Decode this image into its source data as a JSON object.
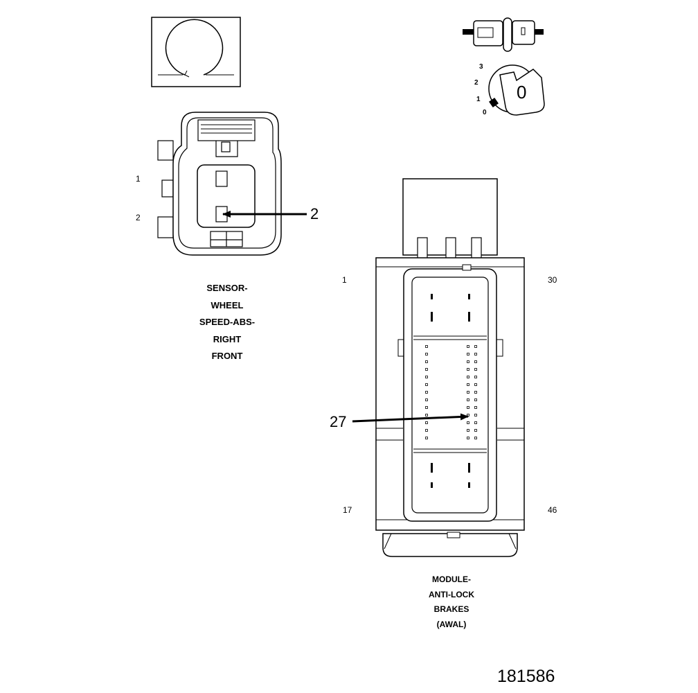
{
  "sensor_connector": {
    "pin_labels": [
      "1",
      "2"
    ],
    "callout": "2",
    "caption_lines": [
      "SENSOR-",
      "WHEEL",
      "SPEED-ABS-",
      "RIGHT",
      "FRONT"
    ]
  },
  "module_connector": {
    "corner_labels": {
      "top_left": "1",
      "top_right": "30",
      "bottom_left": "17",
      "bottom_right": "46"
    },
    "callout": "27",
    "caption_lines": [
      "MODULE-",
      "ANTI-LOCK",
      "BRAKES",
      "(AWAL)"
    ]
  },
  "key_icon": {
    "positions": [
      "3",
      "2",
      "1",
      "0"
    ],
    "key_label": "0"
  },
  "figure_number": "181586"
}
